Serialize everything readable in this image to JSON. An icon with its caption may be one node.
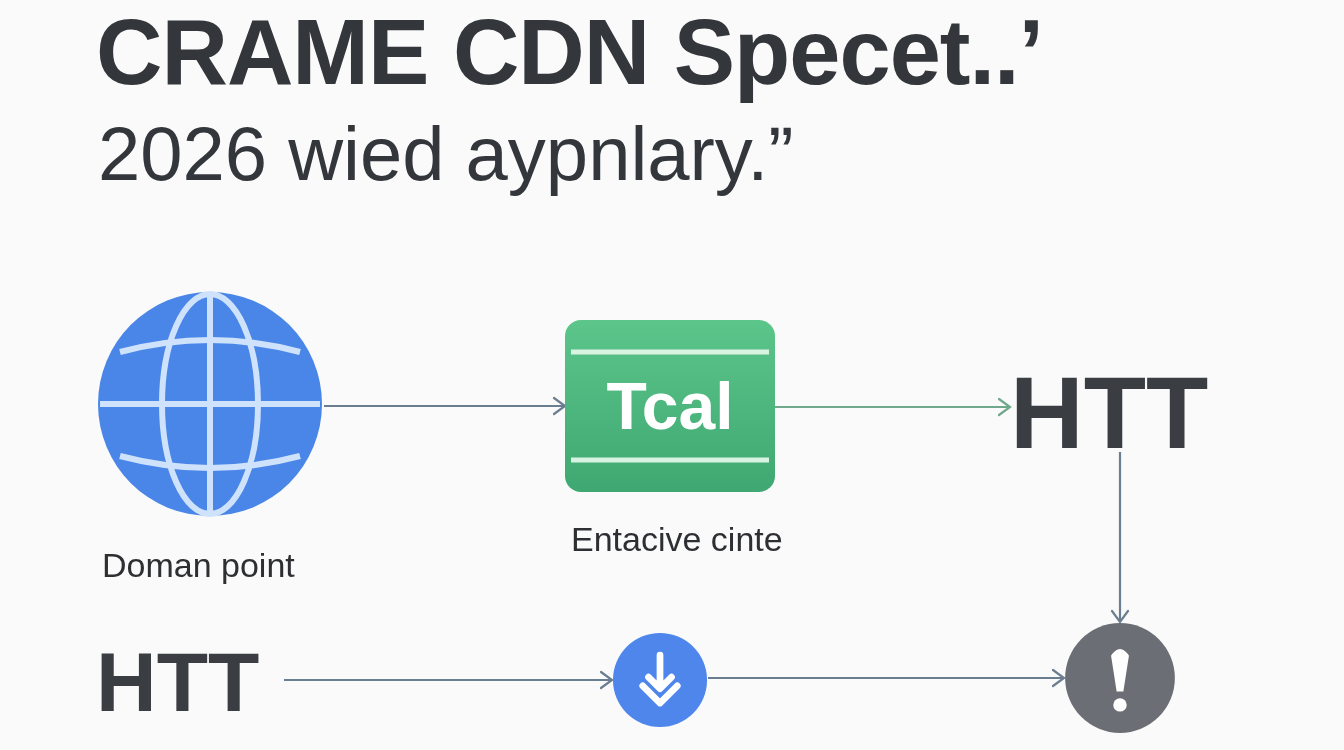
{
  "diagram": {
    "title": "CRAME CDN Specet..’",
    "nodes": [
      {
        "text": [],
        "shape": "picture",
        "beside": [
          "Doman point"
        ]
      },
      {
        "text": [
          "Tcal"
        ],
        "beside": [
          "Entacive cinte"
        ]
      },
      {
        "text": [
          "HTT"
        ]
      },
      {
        "text": [
          "HTT"
        ]
      },
      {
        "text": [],
        "shape": "circle"
      },
      {
        "text": [],
        "shape": "circle"
      }
    ],
    "edges": [
      {
        "from": 0,
        "to": 1,
        "arrow": "to"
      },
      {
        "from": 1,
        "to": 2,
        "arrow": "to",
        "color": "#6fa88a"
      },
      {
        "from": 2,
        "to": 5,
        "arrow": "to"
      },
      {
        "from": 3,
        "to": 4,
        "arrow": "to"
      },
      {
        "from": 4,
        "to": 5,
        "arrow": "to"
      }
    ],
    "labels": [
      "2026 wied aypnlary.”"
    ]
  }
}
